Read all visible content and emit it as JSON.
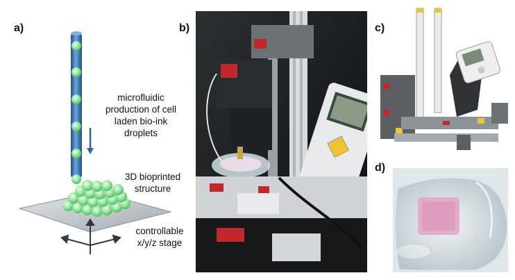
{
  "panel_a": {
    "label": "a)",
    "caption_microfluidic": [
      "microfluidic",
      "production of cell",
      "laden bio-ink",
      "droplets"
    ],
    "caption_structure": [
      "3D bioprinted",
      "structure"
    ],
    "caption_stage": [
      "controllable",
      "x/y/z stage"
    ]
  },
  "panel_b": {
    "label": "b)"
  },
  "panel_c": {
    "label": "c)"
  },
  "panel_d": {
    "label": "d)"
  },
  "colors": {
    "nozzle": "#3a78b6",
    "droplet": "#8fe39a",
    "arrow": "#2e63a8",
    "stage": "#b9bfc4"
  }
}
